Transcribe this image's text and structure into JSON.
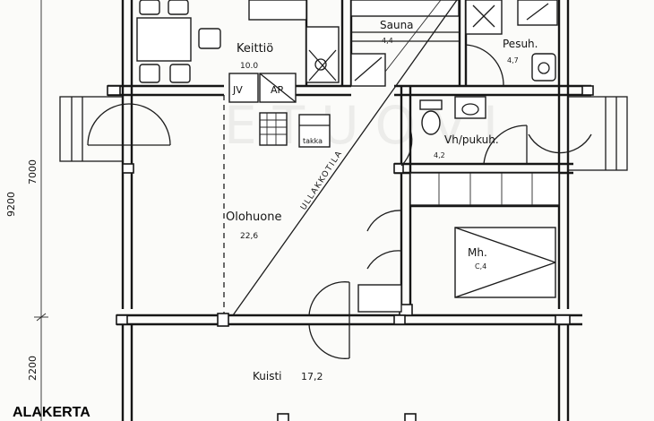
{
  "plan": {
    "floor_title": "ALAKERTA",
    "dimensions": [
      "9200",
      "7000",
      "2200"
    ],
    "rooms": {
      "kitchen": {
        "name": "Keittiö",
        "area": "10.0"
      },
      "sauna": {
        "name": "Sauna",
        "area": "4,4"
      },
      "washroom": {
        "name": "Pesuh.",
        "area": "4,7"
      },
      "living_room": {
        "name": "Olohuone",
        "area": "22,6"
      },
      "wc": {
        "name": "Vh/pukuh.",
        "area": "4,2"
      },
      "bedroom": {
        "name": "Mh.",
        "area": "C,4"
      },
      "porch": {
        "name": "Kuisti",
        "area": "17,2"
      }
    },
    "fixtures": {
      "jv": "JV",
      "ap": "AP",
      "fireplace": "takka",
      "attic_line": "ULLAKKOTILA"
    },
    "watermark": "ETUOVI"
  }
}
